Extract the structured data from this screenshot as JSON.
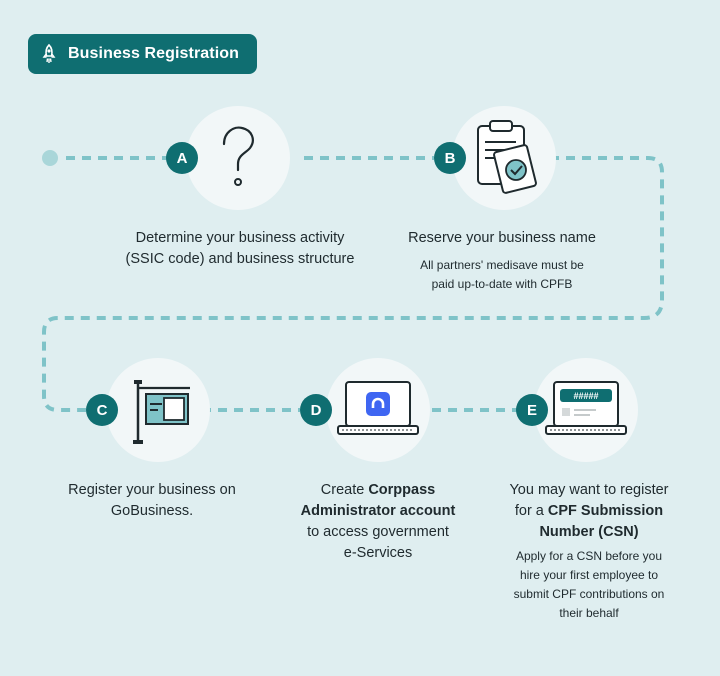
{
  "header": {
    "title": "Business Registration",
    "icon": "rocket-icon"
  },
  "colors": {
    "accent": "#0f6e71",
    "background": "#dfeef0",
    "dash": "#7fc3c8",
    "circle": "#f2f7f8"
  },
  "steps": [
    {
      "letter": "A",
      "icon": "question-mark-icon",
      "line1": "Determine your business activity",
      "line2": "(SSIC code) and business structure"
    },
    {
      "letter": "B",
      "icon": "clipboard-check-icon",
      "title": "Reserve your business name",
      "note1": "All partners' medisave must be",
      "note2": "paid up-to-date with CPFB"
    },
    {
      "letter": "C",
      "icon": "signboard-icon",
      "line1": "Register your business on",
      "line2": "GoBusiness."
    },
    {
      "letter": "D",
      "icon": "laptop-corppass-icon",
      "pre": "Create ",
      "bold1": "Corppass",
      "bold2": "Administrator account",
      "line3": "to access government",
      "line4": "e-Services"
    },
    {
      "letter": "E",
      "icon": "laptop-password-icon",
      "screen_text": "#####",
      "line1": "You may want to register",
      "pre2": "for a ",
      "bold2": "CPF Submission",
      "bold3": "Number (CSN)",
      "note1": "Apply for a CSN before you",
      "note2": "hire your first employee to",
      "note3": "submit CPF contributions on",
      "note4": "their behalf"
    }
  ]
}
